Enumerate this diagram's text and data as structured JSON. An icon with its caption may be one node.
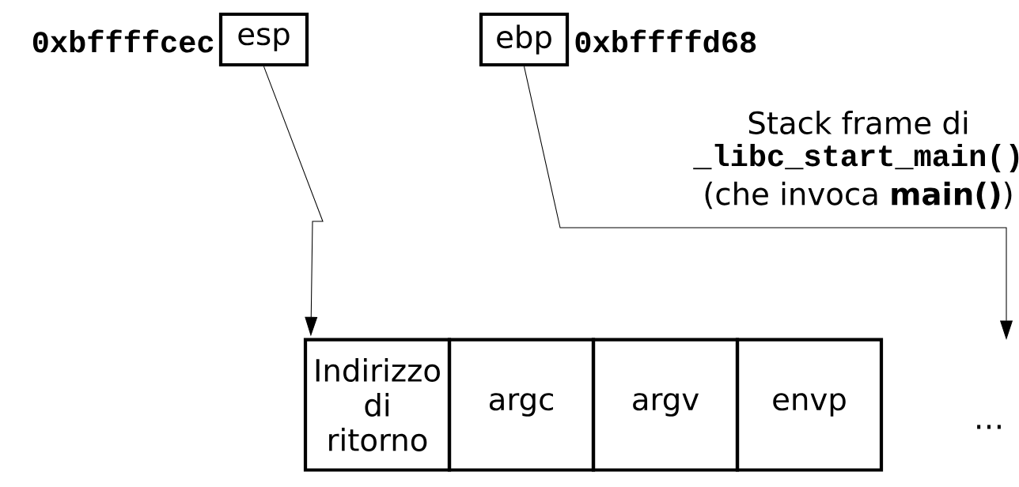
{
  "diagram": {
    "nodes": [
      {
        "text": [
          "esp"
        ],
        "beside": [
          "0xbffffcec"
        ]
      },
      {
        "text": [
          "ebp"
        ],
        "beside": [
          "0xbffffd68"
        ]
      },
      {
        "text": [
          "Indirizzo di ritorno"
        ]
      },
      {
        "text": [
          "argc"
        ]
      },
      {
        "text": [
          "argv"
        ]
      },
      {
        "text": [
          "envp"
        ]
      }
    ],
    "edges": [
      {
        "from": 0,
        "to": 2,
        "arrow": "to"
      },
      {
        "from": 1,
        "to": null,
        "arrow": "to"
      }
    ],
    "labels": [
      "Stack frame di",
      "_libc_start_main()",
      "(che invoca **main()**)",
      "…"
    ]
  }
}
